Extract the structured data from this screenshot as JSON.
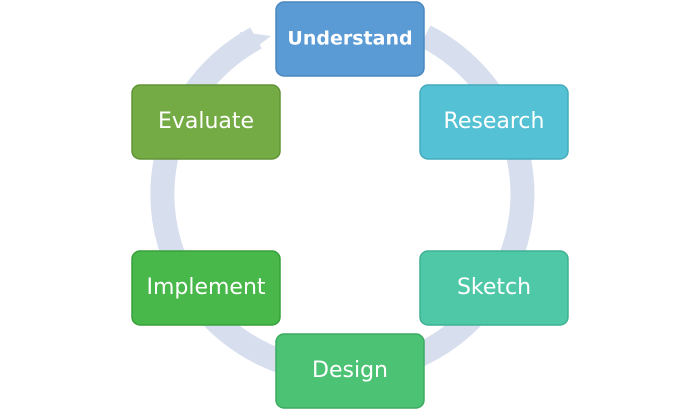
{
  "diagram": {
    "type": "cycle",
    "ring_color": "#d7deee",
    "steps": [
      {
        "label": "Understand",
        "fill": "#5b9bd5",
        "border": "#4a87be",
        "bold": true
      },
      {
        "label": "Research",
        "fill": "#55c1d4",
        "border": "#45abbd",
        "bold": false
      },
      {
        "label": "Sketch",
        "fill": "#4fc8a8",
        "border": "#3fb192",
        "bold": false
      },
      {
        "label": "Design",
        "fill": "#4cc274",
        "border": "#3caa60",
        "bold": false
      },
      {
        "label": "Implement",
        "fill": "#48b84a",
        "border": "#38a03b",
        "bold": false
      },
      {
        "label": "Evaluate",
        "fill": "#74ab45",
        "border": "#619337",
        "bold": false
      }
    ]
  }
}
